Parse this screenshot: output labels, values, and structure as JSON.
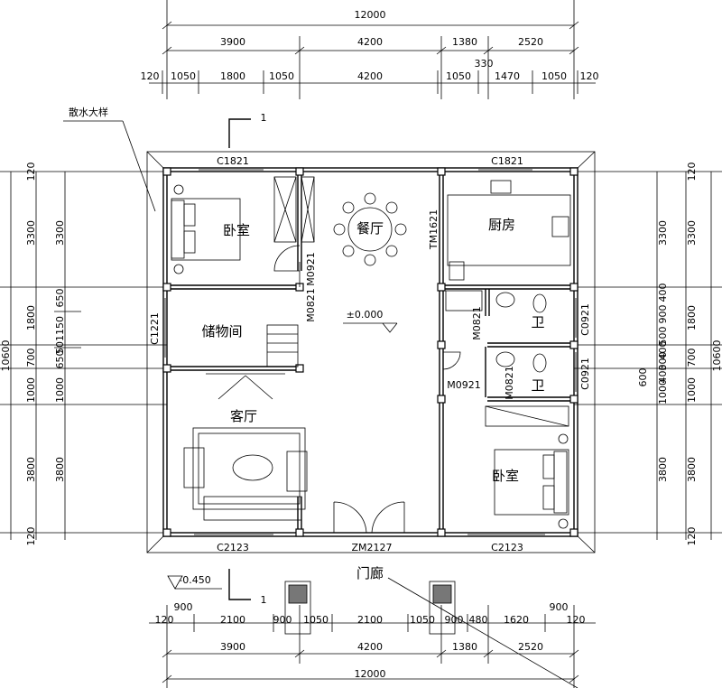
{
  "dimensions": {
    "top_total": "12000",
    "top_row1": [
      "3900",
      "4200",
      "1380",
      "2520"
    ],
    "top_row2": [
      "120",
      "1050",
      "1800",
      "1050",
      "4200",
      "1050",
      "1470",
      "1050",
      "120"
    ],
    "top_small": "330",
    "bottom_row1": [
      "120",
      "900",
      "2100",
      "900",
      "1050",
      "2100",
      "1050",
      "900",
      "480",
      "1620",
      "900",
      "120"
    ],
    "bottom_row2": [
      "3900",
      "4200",
      "1380",
      "2520"
    ],
    "bottom_total": "12000",
    "left_total": "10600",
    "left_outer": [
      "120",
      "3300",
      "1800",
      "700",
      "1000",
      "3800",
      "120"
    ],
    "left_inner": [
      "3300",
      "650",
      "1150",
      "50",
      "650",
      "1000",
      "3800"
    ],
    "right_total": "10600",
    "right_outer": [
      "120",
      "3300",
      "1800",
      "700",
      "1000",
      "3800",
      "120"
    ],
    "right_inner": [
      "3300",
      "400",
      "900",
      "500",
      "400",
      "300",
      "400",
      "600",
      "1000",
      "3800"
    ]
  },
  "rooms": {
    "bedroom_nw": "卧室",
    "dining": "餐厅",
    "kitchen": "厨房",
    "storage": "储物间",
    "living": "客厅",
    "bath_1": "卫",
    "bath_2": "卫",
    "bedroom_se": "卧室",
    "porch": "门廊"
  },
  "codes": {
    "window_c1821_left": "C1821",
    "window_c1821_right": "C1821",
    "window_c1221": "C1221",
    "window_c2123_left": "C2123",
    "window_c2123_right": "C2123",
    "window_c0921_a": "C0921",
    "window_c0921_b": "C0921",
    "door_m0821_a": "M0821",
    "door_m0921_a": "M0921",
    "door_m0821_b": "M0821",
    "door_m0921_b": "M0921",
    "door_m0821_c": "M0821",
    "door_tm1621": "TM1621",
    "door_zm2127": "ZM2127"
  },
  "annotations": {
    "drainage_detail": "散水大样",
    "elevation_floor": "±0.000",
    "elevation_outdoor": "-0.450",
    "section_mark_top": "1",
    "section_mark_bottom": "1"
  }
}
